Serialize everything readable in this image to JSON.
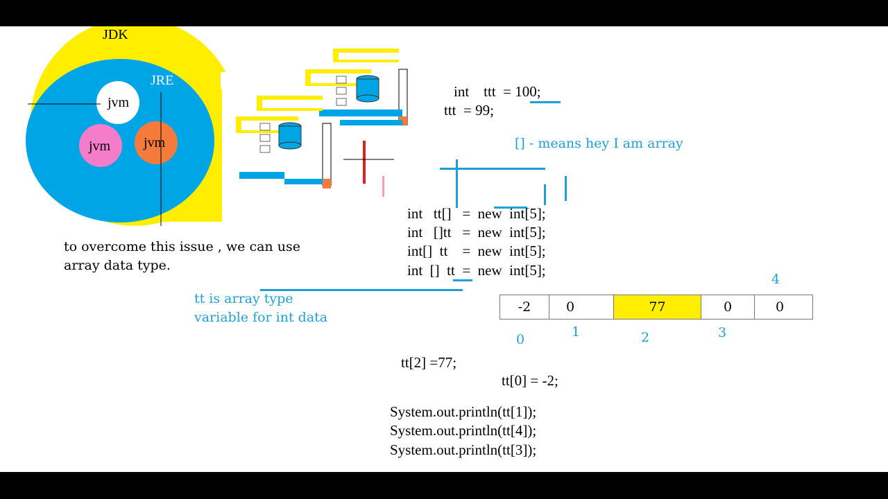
{
  "colors": {
    "yellow": "#ffee00",
    "blue": "#00a5e6",
    "pink": "#f47cc8",
    "orange": "#f47b3c",
    "accent_blue": "#1f9fd6",
    "red": "#e02020",
    "highlight": "#ffee00"
  },
  "diagram": {
    "jdk_label": "JDK",
    "jre_label": "JRE",
    "jvm_labels": [
      "jvm",
      "jvm",
      "jvm"
    ]
  },
  "code": {
    "decl_scalar": "int    ttt  = 100;",
    "assign_scalar": "ttt  = 99;",
    "array_note": "[] - means hey I am array",
    "decl_lines": [
      "int   tt[]   =  new  int[5];",
      "int   []tt   =  new  int[5];",
      "int[]  tt    =  new  int[5];",
      "int  []  tt  =  new  int[5];"
    ],
    "assign_lines": [
      "tt[2] =77;",
      "tt[0] = -2;"
    ],
    "print_lines": [
      "System.out.println(tt[1]);",
      "System.out.println(tt[4]);",
      "System.out.println(tt[3]);"
    ]
  },
  "notes": {
    "overcome_line1": "to overcome this issue , we can use",
    "overcome_line2": "array data type.",
    "tt_type_line1": "tt is array type",
    "tt_type_line2": "variable for int data"
  },
  "array": {
    "values": [
      "-2",
      "0",
      "77",
      "0",
      "0"
    ],
    "indices": [
      "0",
      "1",
      "2",
      "3",
      "4"
    ],
    "highlighted_index": 2
  }
}
